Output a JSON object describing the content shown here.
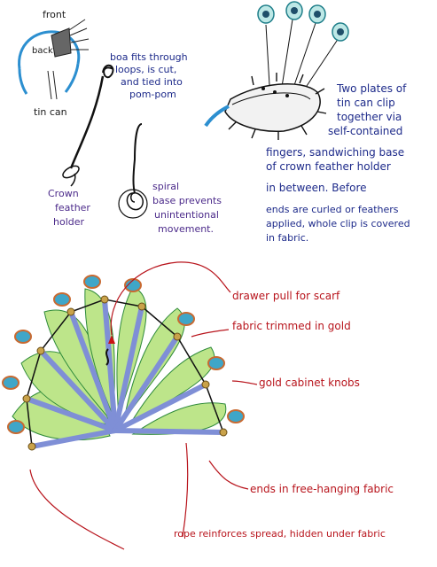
{
  "sketch_top_left": {
    "front_label": "front",
    "back_label": "back",
    "tin_can_label": "tin can"
  },
  "sketch_boa": {
    "boa_note_lines": [
      "boa fits through",
      "loops, is cut,",
      "and tied into",
      "pom-pom"
    ]
  },
  "sketch_holder": {
    "holder_label_lines": [
      "Crown",
      "feather",
      "holder"
    ]
  },
  "sketch_spiral": {
    "spiral_note_lines": [
      "spiral",
      "base prevents",
      "unintentional",
      "movement."
    ]
  },
  "sketch_clip": {
    "clip_note_lines": [
      "Two plates of",
      "tin can clip",
      "together via",
      "self-contained",
      "fingers, sandwiching base",
      "of crown feather holder",
      "in between. Before",
      "ends are curled or feathers",
      "applied, whole clip is covered",
      "in fabric."
    ]
  },
  "crown_annotations": {
    "drawer_pull": "drawer pull for scarf",
    "fabric_trim": "fabric trimmed in gold",
    "cabinet_knobs": "gold cabinet knobs",
    "free_hanging": "ends in free-hanging fabric",
    "rope_note": "rope reinforces spread, hidden under fabric"
  },
  "colors": {
    "ink": "#1a1a1a",
    "annotation_red": "#b8141c",
    "note_purple": "#4b2a8a",
    "note_blue": "#1d2a8a",
    "fabric_green": "#c9ec8a",
    "plume_blue": "#3fa6c8",
    "rope_blue": "#7f8fd6",
    "tin_blue": "#2c8fd0"
  }
}
